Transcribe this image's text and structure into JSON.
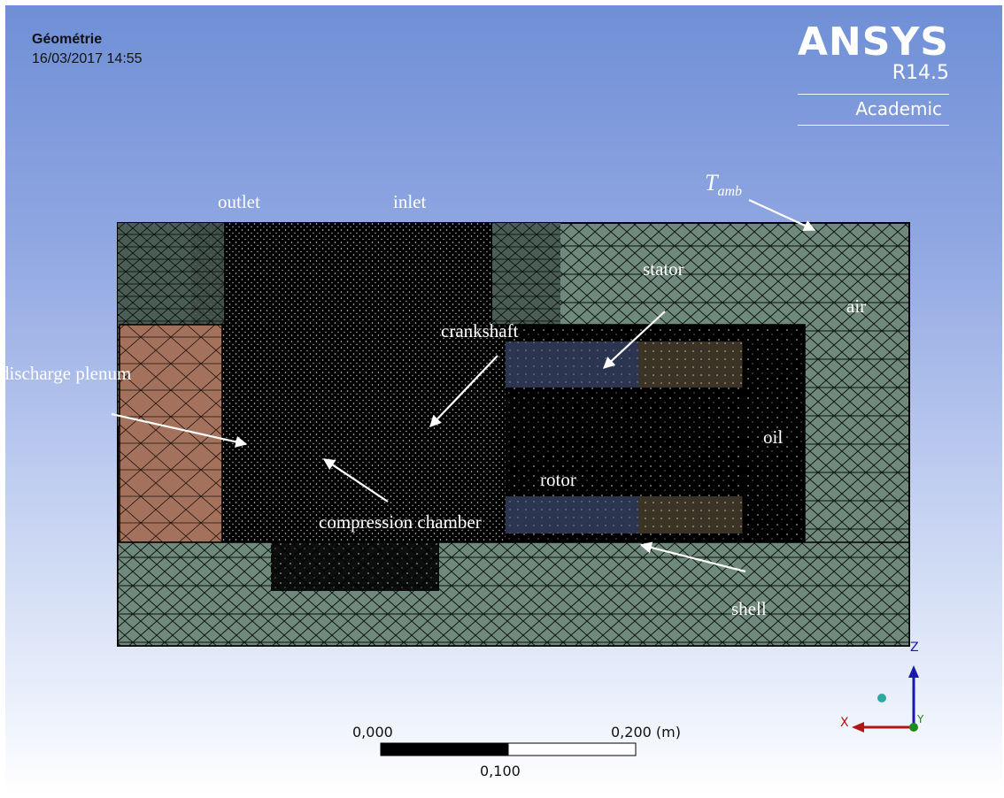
{
  "header": {
    "title": "Géométrie",
    "date": "16/03/2017 14:55"
  },
  "logo": {
    "brand": "ANSYS",
    "version": "R14.5",
    "edition": "Academic"
  },
  "labels": {
    "outlet": "outlet",
    "inlet": "inlet",
    "tamb_main": "T",
    "tamb_sub": "amb",
    "stator": "stator",
    "air": "air",
    "crankshaft": "crankshaft",
    "discharge_plenum": "discharge plenum",
    "oil": "oil",
    "rotor": "rotor",
    "compression_chamber": "compression chamber",
    "shell": "shell"
  },
  "scale": {
    "start": "0,000",
    "mid": "0,100",
    "end": "0,200 (m)"
  },
  "axes": {
    "z": "Z",
    "x": "X",
    "y": "Y"
  },
  "colors": {
    "mesh_green": "#6f8a7c",
    "plenum_orange": "#a4725c",
    "motor_blue": "#4a5a8a",
    "motor_tan": "#b59a77"
  }
}
